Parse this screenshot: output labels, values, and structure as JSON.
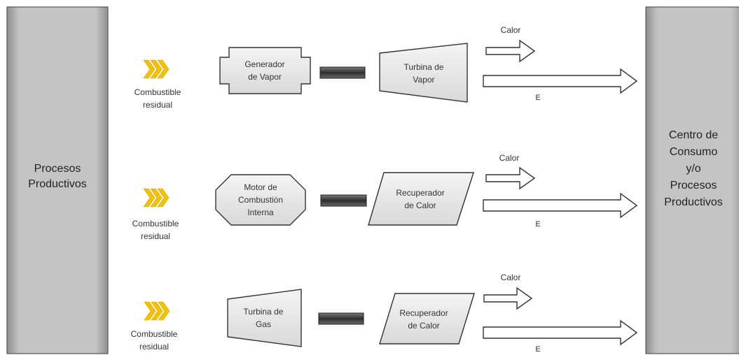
{
  "left_block": {
    "line1": "Procesos",
    "line2": "Productivos"
  },
  "right_block": {
    "line1": "Centro de",
    "line2": "Consumo",
    "line3": "y/o",
    "line4": "Procesos",
    "line5": "Productivos"
  },
  "rows": [
    {
      "fuel": {
        "line1": "Combustible",
        "line2": "residual"
      },
      "generator": {
        "line1": "Generador",
        "line2": "de Vapor"
      },
      "converter": {
        "line1": "Turbina de",
        "line2": "Vapor"
      },
      "heat_label": "Calor",
      "energy_label": "E"
    },
    {
      "fuel": {
        "line1": "Combustible",
        "line2": "residual"
      },
      "generator": {
        "line1": "Motor de",
        "line2": "Combustión",
        "line3": "Interna"
      },
      "converter": {
        "line1": "Recuperador",
        "line2": "de Calor"
      },
      "heat_label": "Calor",
      "energy_label": "E"
    },
    {
      "fuel": {
        "line1": "Combustible",
        "line2": "residual"
      },
      "generator": {
        "line1": "Turbina de",
        "line2": "Gas"
      },
      "converter": {
        "line1": "Recuperador",
        "line2": "de Calor"
      },
      "heat_label": "Calor",
      "energy_label": "E"
    }
  ],
  "colors": {
    "block_gray": "#bdbdbd",
    "fuel_yellow": "#f2c200",
    "connector": "#3a3a3a"
  }
}
